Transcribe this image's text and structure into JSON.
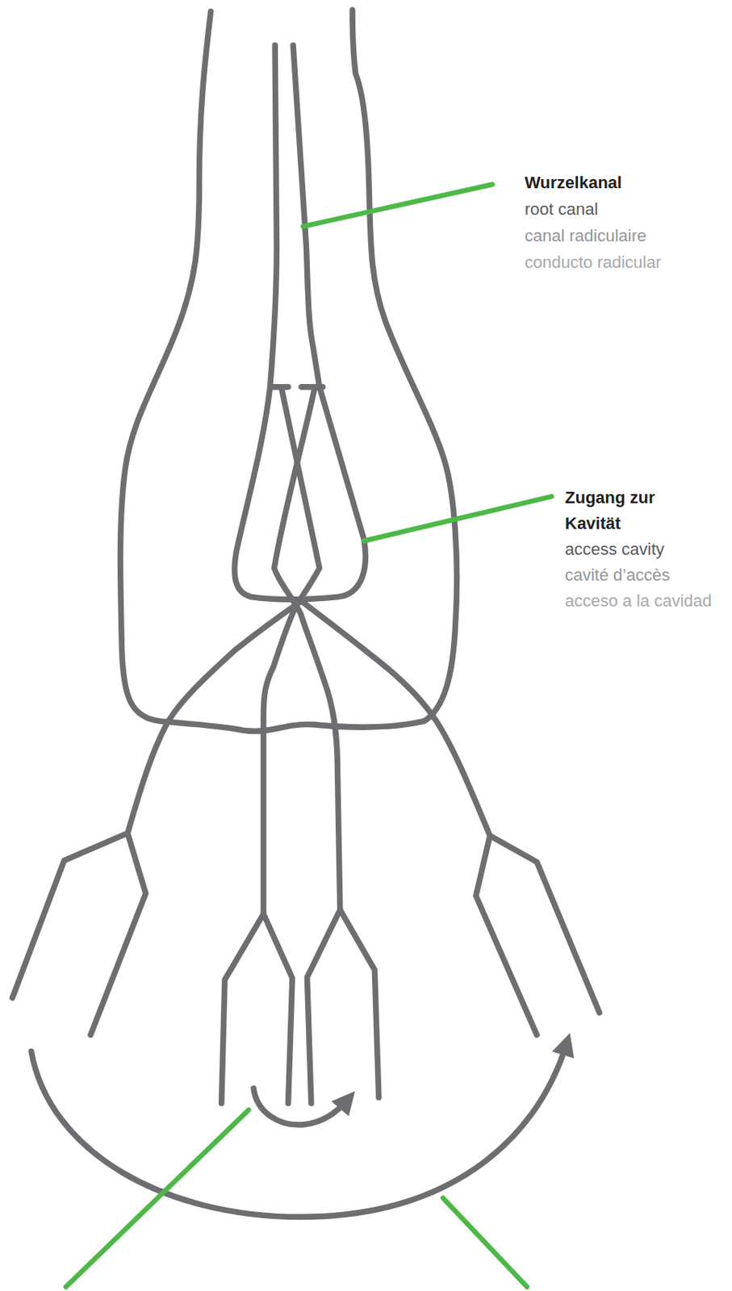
{
  "diagram": {
    "labels": [
      "Wurzelkanal",
      "root canal",
      "canal radiculaire",
      "conducto radicular",
      "Zugang zur Kavität",
      "access cavity",
      "cavité d’accès",
      "acceso a la cavidad"
    ]
  }
}
